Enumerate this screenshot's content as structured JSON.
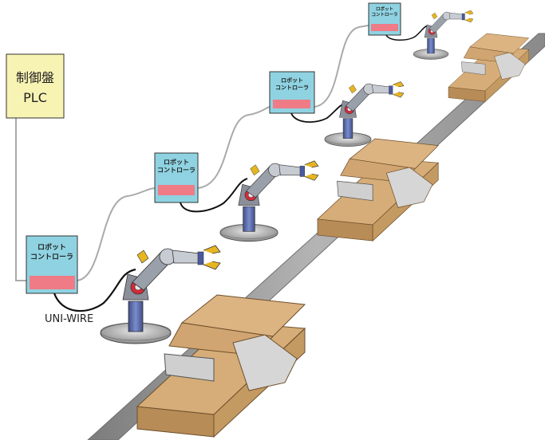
{
  "plc": {
    "line1": "制御盤",
    "line2": "PLC"
  },
  "controllers": [
    {
      "line1": "ロボット",
      "line2": "コントローラ"
    },
    {
      "line1": "ロボット",
      "line2": "コントローラ"
    },
    {
      "line1": "ロボット",
      "line2": "コントローラ"
    },
    {
      "line1": "ロボット",
      "line2": "コントローラ"
    }
  ],
  "wire_label": "UNI-WIRE",
  "colors": {
    "controller_fill": "#8fd3e2",
    "controller_display": "#ee7b86",
    "plc_fill": "#f7f3b3",
    "car_body": "#d6ad78",
    "car_dark": "#b88c57",
    "conveyor": "#9c9c9c",
    "robot_arm": "#8a8f9a",
    "robot_joint": "#d62a39",
    "robot_column": "#5468a6",
    "gripper": "#e6b522"
  }
}
